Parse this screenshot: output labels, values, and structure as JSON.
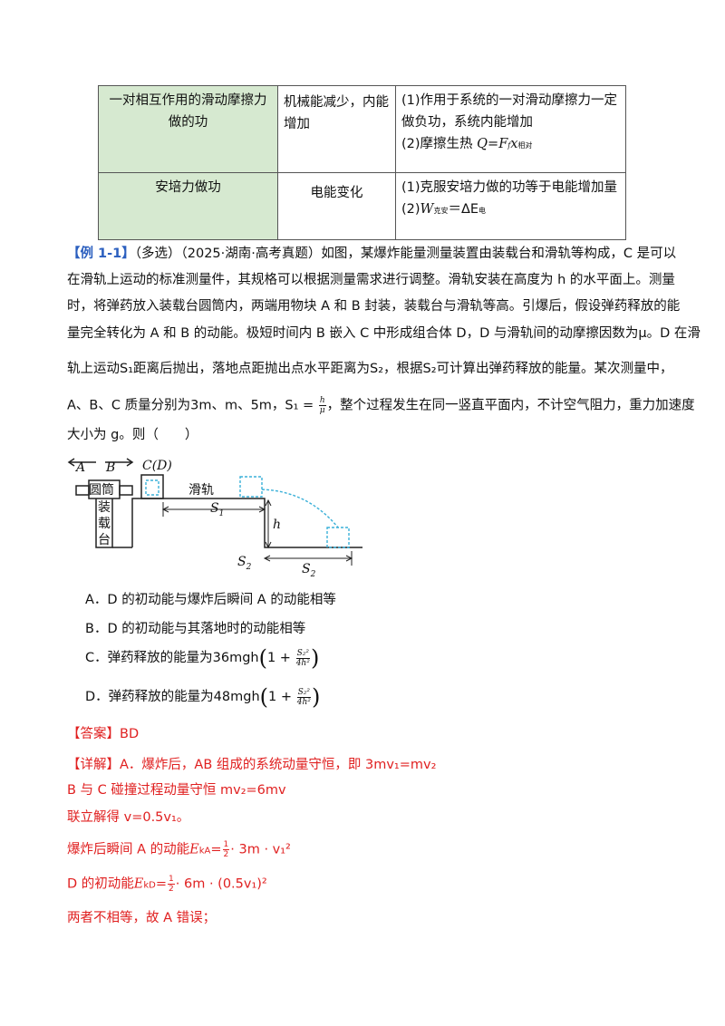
{
  "table": {
    "rows": [
      {
        "force": "一对相互作用的滑动摩擦力做的功",
        "change": "机械能减少，内能增加",
        "note1": "(1)作用于系统的一对滑动摩擦力一定做负功，系统内能增加",
        "note2_prefix": "(2)摩擦生热 ",
        "note2_formula": "Q=F",
        "note2_sub1": "f",
        "note2_x": "x",
        "note2_sub2": "相对"
      },
      {
        "force": "安培力做功",
        "change": "电能变化",
        "note1": "(1)克服安培力做的功等于电能增加量",
        "note2_prefix": "(2)",
        "note2_formula": "W",
        "note2_sub1": "克安",
        "note2_eq": "＝ΔE",
        "note2_sub2": "电"
      }
    ]
  },
  "example": {
    "tag": "【例 1-1】",
    "meta": "（多选）（2025·湖南·高考真题）",
    "line1": "如图，某爆炸能量测量装置由装载台和滑轨等构成，C 是可以",
    "line2": "在滑轨上运动的标准测量件，其规格可以根据测量需求进行调整。滑轨安装在高度为 h 的水平面上。测量",
    "line3": "时，将弹药放入装载台圆筒内，两端用物块 A 和 B 封装，装载台与滑轨等高。引爆后，假设弹药释放的能",
    "line4": "量完全转化为 A 和 B 的动能。极短时间内 B 嵌入 C 中形成组合体 D，D 与滑轨间的动摩擦因数为μ。D 在滑",
    "line5": "轨上运动S₁距离后抛出，落地点距抛出点水平距离为S₂，根据S₂可计算出弹药释放的能量。某次测量中，",
    "line6a": "A、B、C 质量分别为3m、m、5m，S₁ = ",
    "line6_num": "h",
    "line6_den": "μ",
    "line6b": "，整个过程发生在同一竖直平面内，不计空气阻力，重力加速度",
    "line7": "大小为 g。则（　　）"
  },
  "figure": {
    "label_A": "A",
    "label_B": "B",
    "label_CD": "C(D)",
    "label_tube": "圆筒",
    "label_stand": [
      "装",
      "载",
      "台"
    ],
    "label_rail": "滑轨",
    "label_S1": "S",
    "label_S1_sub": "1",
    "label_h": "h",
    "label_S2a": "S",
    "label_S2a_sub": "2",
    "label_S2b": "S",
    "label_S2b_sub": "2"
  },
  "options": {
    "A": "A．D 的初动能与爆炸后瞬间 A 的动能相等",
    "B": "B．D 的初动能与其落地时的动能相等",
    "C_prefix": "C．弹药释放的能量为36mgh",
    "D_prefix": "D．弹药释放的能量为48mgh",
    "paren_open": "(",
    "one_plus": "1 + ",
    "num": "S₂²",
    "den": "4h²",
    "paren_close": ")"
  },
  "answer": {
    "label": "【答案】",
    "value": "BD"
  },
  "explanation": {
    "label": "【详解】",
    "line1": "A．爆炸后，AB 组成的系统动量守恒，即 3mv₁=mv₂",
    "line2": "B 与 C 碰撞过程动量守恒 mv₂=6mv",
    "line3": "联立解得 v=0.5v₁。",
    "line4a": "爆炸后瞬间 A 的动能",
    "line4_formula": "E",
    "line4_sub": "kA",
    "line4_eq": "=",
    "line4_num": "1",
    "line4_den": "2",
    "line4_rest": "· 3m · v₁²",
    "line5a": "D 的初动能",
    "line5_formula": "E",
    "line5_sub": "kD",
    "line5_eq": "=",
    "line5_num": "1",
    "line5_den": "2",
    "line5_rest": "· 6m · (0.5v₁)²",
    "line6": "两者不相等，故 A 错误；"
  }
}
